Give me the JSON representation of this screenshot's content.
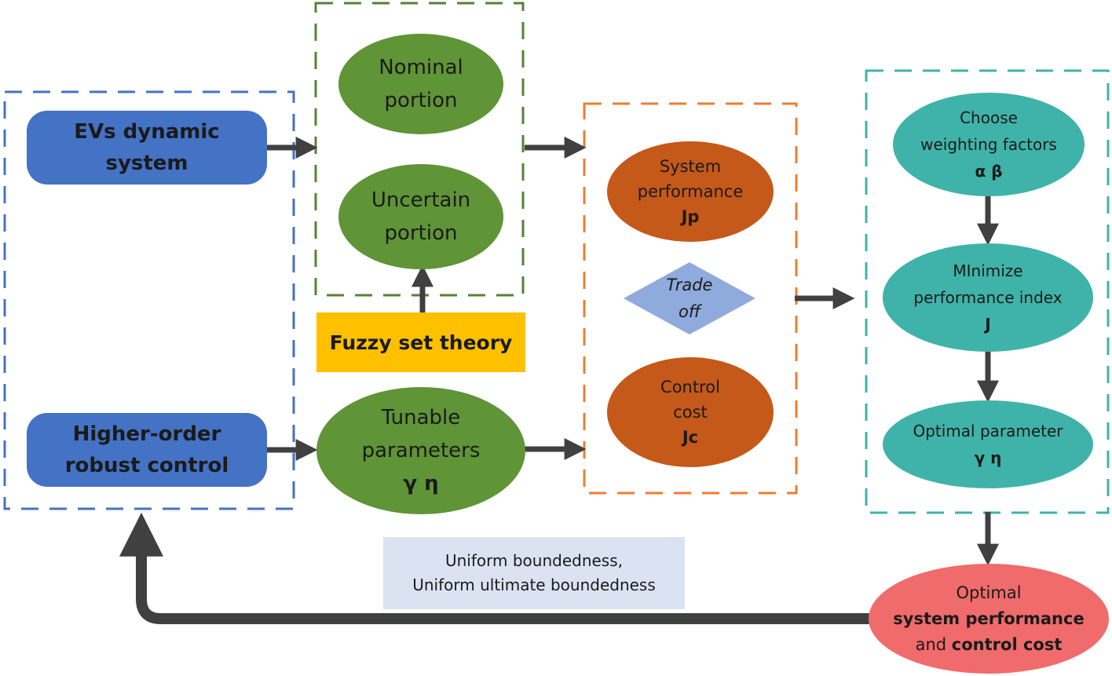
{
  "nodes": {
    "ev_system": {
      "line1": "EVs dynamic",
      "line2": "system"
    },
    "robust_control": {
      "line1": "Higher-order",
      "line2": "robust control"
    },
    "nominal": {
      "line1": "Nominal",
      "line2": "portion"
    },
    "uncertain": {
      "line1": "Uncertain",
      "line2": "portion"
    },
    "fuzzy": {
      "label": "Fuzzy set theory"
    },
    "tunable": {
      "line1": "Tunable",
      "line2": "parameters",
      "symbol": "γ η"
    },
    "system_performance": {
      "line1": "System",
      "line2": "performance",
      "symbol": "Jp"
    },
    "trade_off": {
      "line1": "Trade",
      "line2": "off"
    },
    "control_cost": {
      "line1": "Control",
      "line2": "cost",
      "symbol": "Jc"
    },
    "choose_weights": {
      "line1": "Choose",
      "line2": "weighting factors",
      "symbol": "α β"
    },
    "minimize": {
      "line1": "MInimize",
      "line2": "performance index",
      "symbol": "J"
    },
    "optimal_param": {
      "line1": "Optimal parameter",
      "symbol": "γ η"
    },
    "optimal_result": {
      "line1": "Optimal",
      "line2": "system performance",
      "line3_a": "and ",
      "line3_b": "control cost"
    }
  },
  "note": {
    "line1": "Uniform boundedness,",
    "line2": "Uniform ultimate boundedness"
  },
  "colors": {
    "blue_box": "#4472c4",
    "green_box": "#548235",
    "green_node": "#5f9437",
    "orange_box": "#ed7d31",
    "orange_node": "#c5591a",
    "teal_box": "#3fb3a9",
    "teal_node": "#3fb3a9",
    "red_node": "#f06b6b",
    "fuzzy": "#ffc000",
    "diamond": "#8faadc",
    "arrow": "#404040"
  }
}
